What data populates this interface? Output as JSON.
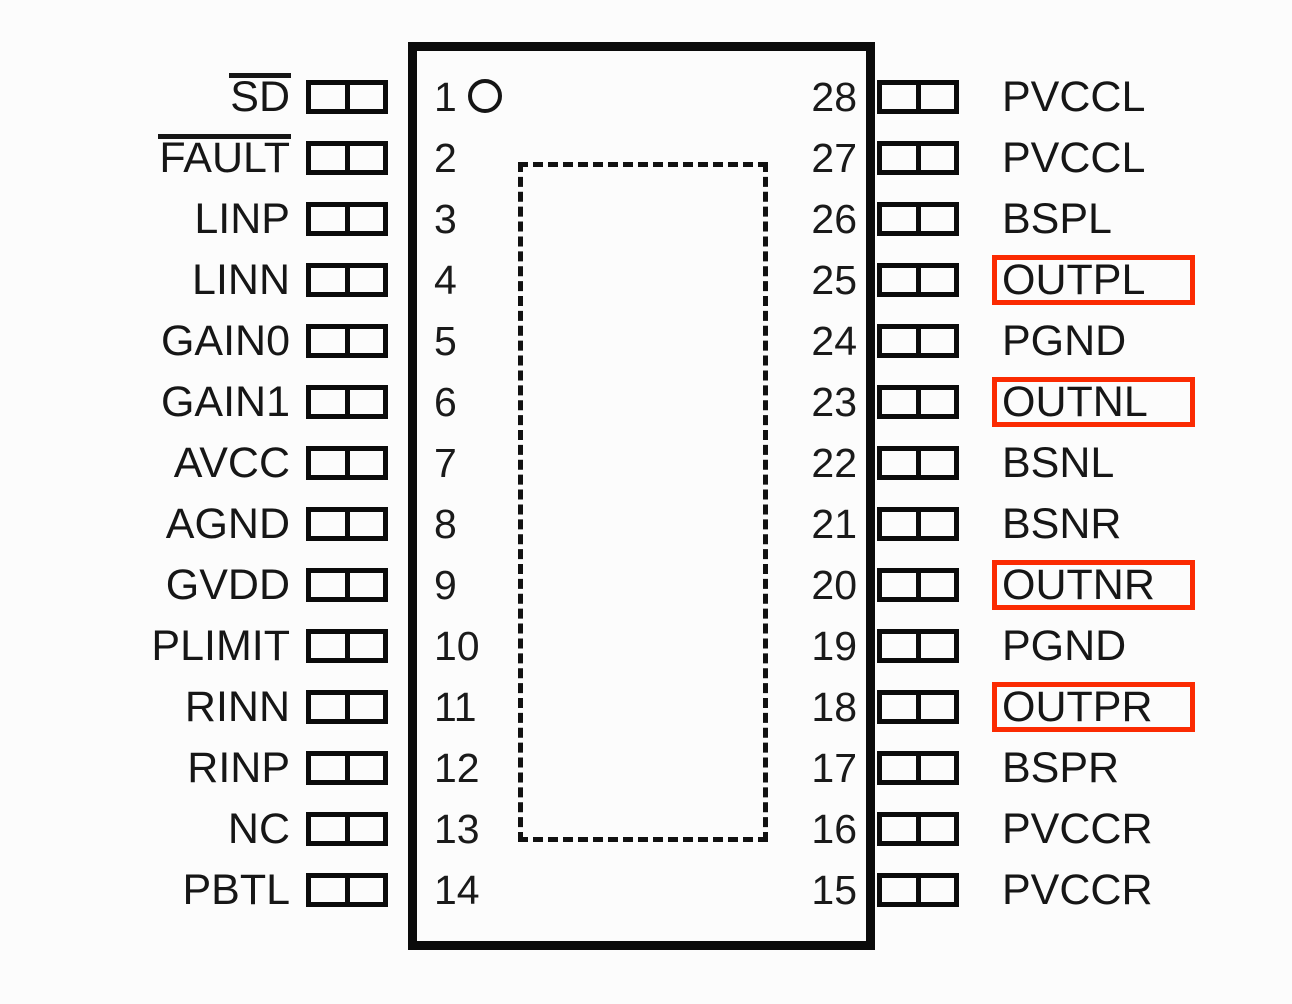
{
  "diagram": {
    "type": "ic-pinout",
    "package_pin_count": 28,
    "pin1_marker": "circle",
    "thermal_pad": "dashed-rectangle",
    "highlight_color": "#fb2b02",
    "body_color": "#0b0b0b",
    "background": "#fcfcfc"
  },
  "left_pins": [
    {
      "number": "1",
      "name": "SD",
      "overline": true,
      "highlighted": false
    },
    {
      "number": "2",
      "name": "FAULT",
      "overline": true,
      "highlighted": false
    },
    {
      "number": "3",
      "name": "LINP",
      "overline": false,
      "highlighted": false
    },
    {
      "number": "4",
      "name": "LINN",
      "overline": false,
      "highlighted": false
    },
    {
      "number": "5",
      "name": "GAIN0",
      "overline": false,
      "highlighted": false
    },
    {
      "number": "6",
      "name": "GAIN1",
      "overline": false,
      "highlighted": false
    },
    {
      "number": "7",
      "name": "AVCC",
      "overline": false,
      "highlighted": false
    },
    {
      "number": "8",
      "name": "AGND",
      "overline": false,
      "highlighted": false
    },
    {
      "number": "9",
      "name": "GVDD",
      "overline": false,
      "highlighted": false
    },
    {
      "number": "10",
      "name": "PLIMIT",
      "overline": false,
      "highlighted": false
    },
    {
      "number": "11",
      "name": "RINN",
      "overline": false,
      "highlighted": false
    },
    {
      "number": "12",
      "name": "RINP",
      "overline": false,
      "highlighted": false
    },
    {
      "number": "13",
      "name": "NC",
      "overline": false,
      "highlighted": false
    },
    {
      "number": "14",
      "name": "PBTL",
      "overline": false,
      "highlighted": false
    }
  ],
  "right_pins": [
    {
      "number": "28",
      "name": "PVCCL",
      "overline": false,
      "highlighted": false
    },
    {
      "number": "27",
      "name": "PVCCL",
      "overline": false,
      "highlighted": false
    },
    {
      "number": "26",
      "name": "BSPL",
      "overline": false,
      "highlighted": false
    },
    {
      "number": "25",
      "name": "OUTPL",
      "overline": false,
      "highlighted": true
    },
    {
      "number": "24",
      "name": "PGND",
      "overline": false,
      "highlighted": false
    },
    {
      "number": "23",
      "name": "OUTNL",
      "overline": false,
      "highlighted": true
    },
    {
      "number": "22",
      "name": "BSNL",
      "overline": false,
      "highlighted": false
    },
    {
      "number": "21",
      "name": "BSNR",
      "overline": false,
      "highlighted": false
    },
    {
      "number": "20",
      "name": "OUTNR",
      "overline": false,
      "highlighted": true
    },
    {
      "number": "19",
      "name": "PGND",
      "overline": false,
      "highlighted": false
    },
    {
      "number": "18",
      "name": "OUTPR",
      "overline": false,
      "highlighted": true
    },
    {
      "number": "17",
      "name": "BSPR",
      "overline": false,
      "highlighted": false
    },
    {
      "number": "16",
      "name": "PVCCR",
      "overline": false,
      "highlighted": false
    },
    {
      "number": "15",
      "name": "PVCCR",
      "overline": false,
      "highlighted": false
    }
  ]
}
